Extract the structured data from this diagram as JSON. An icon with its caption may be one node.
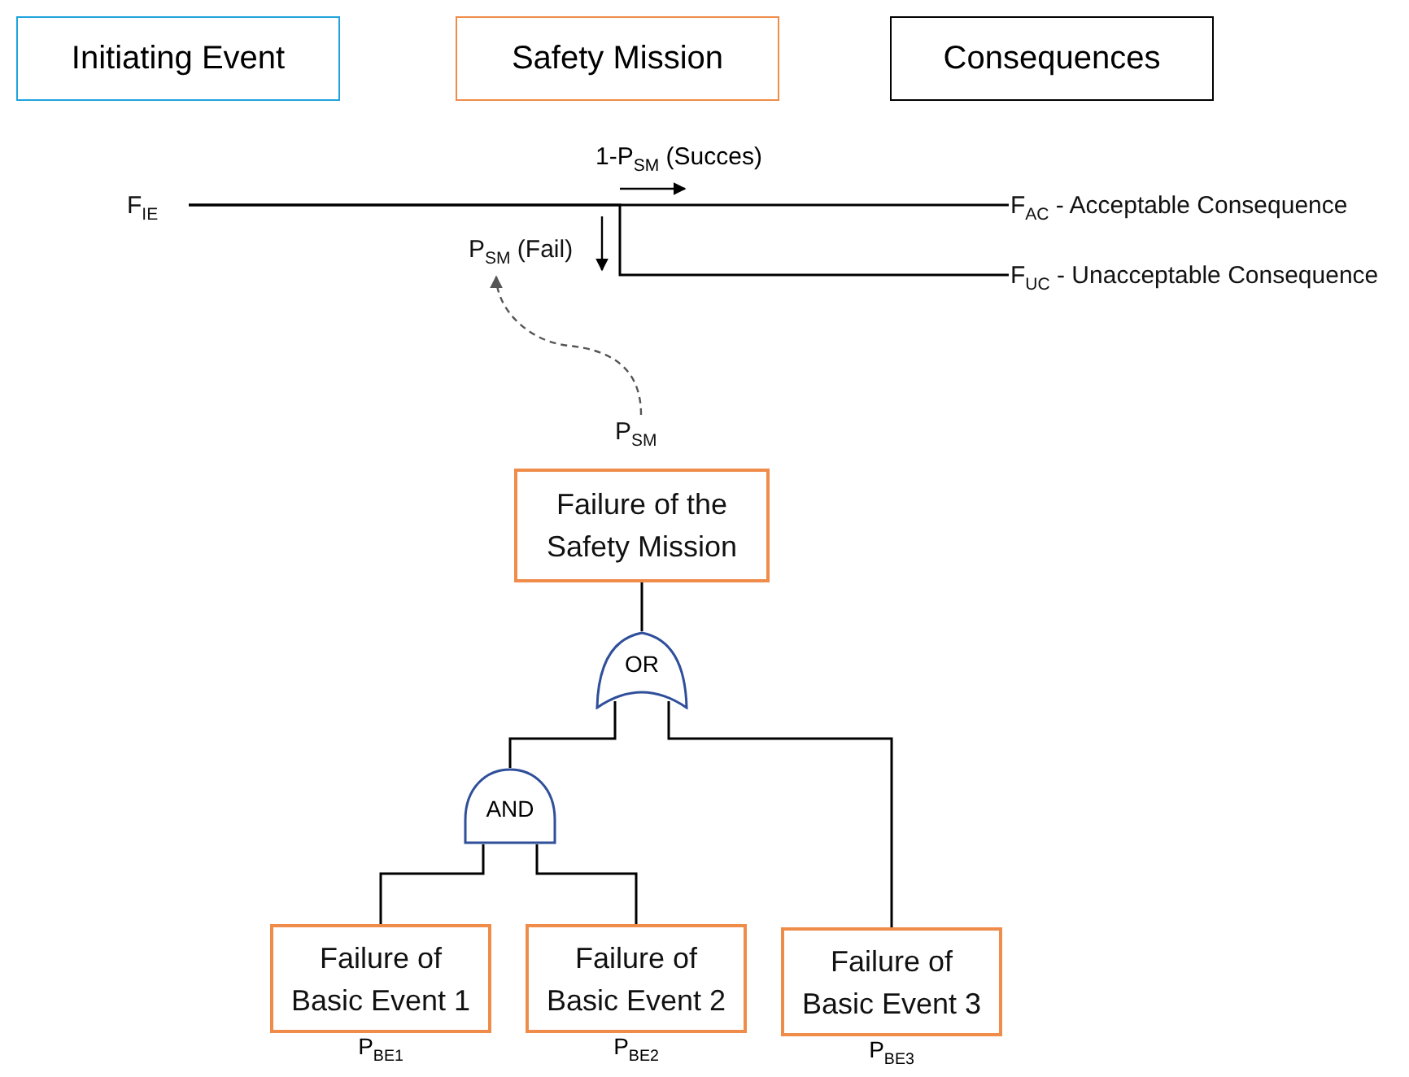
{
  "diagram": {
    "nodes": [
      {
        "text": [
          "F$_{IE}$"
        ]
      },
      {
        "text": [
          "P$_{SM}$ (Fail)"
        ]
      },
      {
        "text": [
          "F$_{AC}$ - Acceptable Consequence"
        ]
      },
      {
        "text": [
          "F$_{UC}$ - Unacceptable Consequence"
        ]
      },
      {
        "text": [
          "P$_{SM}$"
        ]
      },
      {
        "text": [
          "Failure of the Safety Mission"
        ]
      },
      {
        "text": [
          "OR"
        ]
      },
      {
        "text": [
          "AND"
        ]
      },
      {
        "text": [
          "Failure of Basic Event 1"
        ],
        "beside": [
          "P$_{BE1}$"
        ]
      },
      {
        "text": [
          "Failure of Basic Event 2"
        ],
        "beside": [
          "P$_{BE2}$"
        ]
      },
      {
        "text": [
          "Failure of Basic Event 3"
        ],
        "beside": [
          "P$_{BE3}$"
        ]
      }
    ],
    "edges": [
      {
        "from": 0,
        "to": 2,
        "arrow": "none"
      },
      {
        "from": 0,
        "to": 3,
        "arrow": "none"
      },
      {
        "from": 4,
        "to": 1,
        "arrow": "to",
        "style": "dashed",
        "color": "#555555"
      },
      {
        "from": 5,
        "to": 6,
        "arrow": "none"
      },
      {
        "from": 6,
        "to": 7,
        "arrow": "none"
      },
      {
        "from": 6,
        "to": 10,
        "arrow": "none"
      },
      {
        "from": 7,
        "to": 8,
        "arrow": "none"
      },
      {
        "from": 7,
        "to": 9,
        "arrow": "none"
      }
    ],
    "labels": [
      "1-P$_{SM}$ (Succes)"
    ],
    "legend": [
      {
        "text": "Initiating Event",
        "color": "#1fa3dc"
      },
      {
        "text": "Safety Mission",
        "color": "#f08c4a"
      },
      {
        "text": "Consequences",
        "color": "#000000"
      }
    ]
  }
}
